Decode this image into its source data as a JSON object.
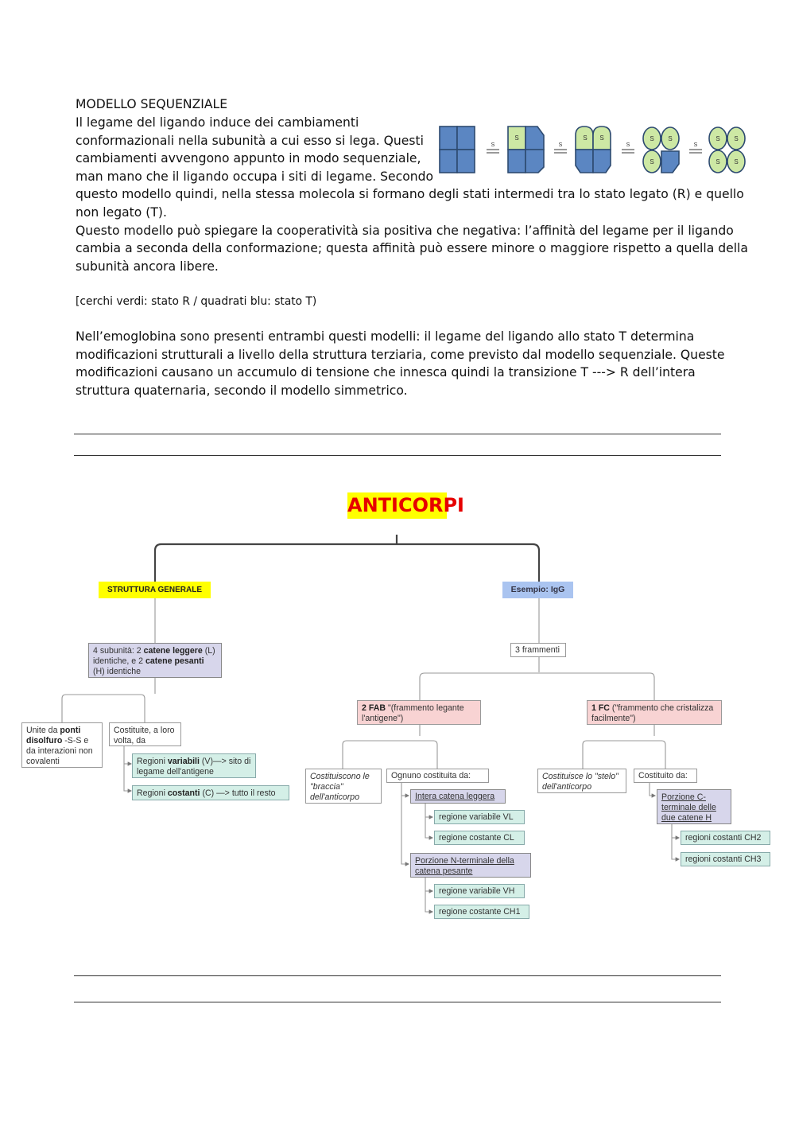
{
  "section1": {
    "heading": "MODELLO SEQUENZIALE",
    "lines": [
      "Il legame del ligando induce dei cambiamenti",
      "conformazionali nella subunità a cui esso si lega. Questi",
      "cambiamenti avvengono appunto in modo sequenziale,",
      "man mano che il ligando occupa i siti di legame. Secondo",
      "questo modello quindi, nella stessa molecola si formano degli stati intermedi tra lo stato legato (R) e quello",
      "non legato (T).",
      "Questo modello può spiegare la cooperatività sia positiva che negativa: l’affinità del legame per il ligando",
      "cambia a seconda della conformazione; questa affinità può essere minore o maggiore rispetto a quella della",
      "subunità ancora libere."
    ],
    "note": "[cerchi verdi: stato R / quadrati blu: stato T)",
    "para2": [
      "Nell’emoglobina sono presenti entrambi questi modelli: il legame del ligando allo stato T determina",
      "modificazioni strutturali a livello della struttura terziaria, come previsto dal modello sequenziale. Queste",
      "modificazioni causano un accumulo di tensione che innesca quindi la transizione T ---> R dell’intera",
      "struttura quaternaria, secondo il modello simmetrico."
    ],
    "figure": {
      "ligand_label": "S",
      "arrow_label": "S",
      "colors": {
        "T_state": "#5b86c2",
        "R_state": "#cde8a4",
        "outline": "#2d4a70"
      }
    }
  },
  "map": {
    "title": "ANTICORPI",
    "n_struttura": "STRUTTURA GENERALE",
    "n_esempio": "Esempio: IgG",
    "n_subunita": {
      "p1": "4 subunità: 2 ",
      "b1": "catene leggere",
      "p2": " (L) identiche, e 2 ",
      "b2": "catene pesanti",
      "p3": " (H) identiche"
    },
    "n_unite": {
      "p1": "Unite da ",
      "b1": "ponti disolfuro",
      "p2": " -S-S e da interazioni non covalenti"
    },
    "n_costituite": "Costituite, a loro volta, da",
    "n_variabili": {
      "p1": "Regioni ",
      "b1": "variabili",
      "p2": " (V)—> sito di legame dell'antigene"
    },
    "n_costanti": {
      "p1": "Regioni ",
      "b1": "costanti",
      "p2": " (C) —> tutto il resto"
    },
    "n_frammenti": "3 frammenti",
    "n_fab": {
      "b1": "2 FAB",
      "p1": " \"(frammento legante l'antigene\")"
    },
    "n_fc": {
      "b1": "1 FC",
      "p1": " (\"frammento che cristalizza facilmente\")"
    },
    "n_braccia": "Costituiscono le \"braccia\" dell'anticorpo",
    "n_ognuno": "Ognuno costituita da:",
    "n_intera": "Intera catena leggera",
    "n_vl": "regione variabile VL",
    "n_cl": "regione costante CL",
    "n_porzione_n": "Porzione N-terminale della catena pesante",
    "n_vh": "regione variabile VH",
    "n_ch1": "regione costante CH1",
    "n_stelo": "Costituisce lo \"stelo\" dell'anticorpo",
    "n_costituito": "Costituito da:",
    "n_porzione_c": "Porzione C-terminale delle due catene H",
    "n_ch2": "regioni costanti CH2",
    "n_ch3": "regioni costanti CH3",
    "colors": {
      "title_bg": "#ffff00",
      "title_fg": "#e60000",
      "struttura_bg": "#ffff00",
      "esempio_bg": "#aac4f0"
    }
  }
}
